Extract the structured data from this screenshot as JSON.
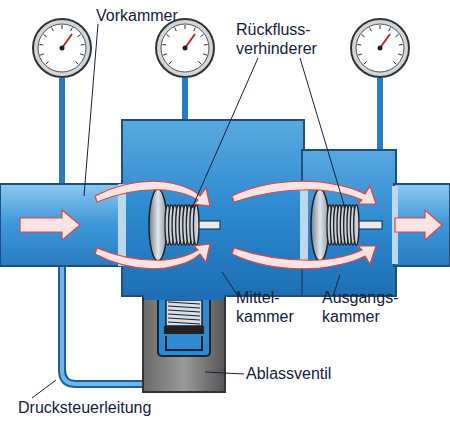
{
  "diagram": {
    "labels": [
      "Vorkammer",
      "Rückfluss- verhinderer",
      "Mittel- kammer",
      "Ausgangs- kammer",
      "Ablassventil",
      "Drucksteuerleitung"
    ]
  }
}
